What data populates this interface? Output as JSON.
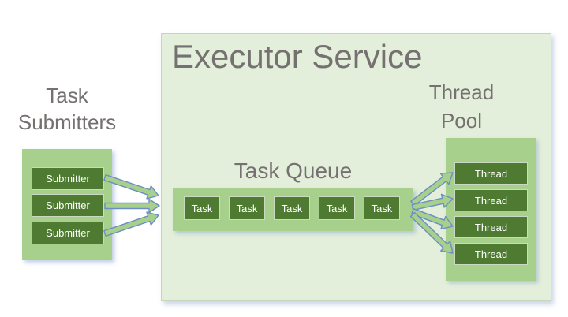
{
  "diagram": {
    "task_submitters_label": {
      "line1": "Task",
      "line2": "Submitters"
    },
    "submitters": [
      "Submitter",
      "Submitter",
      "Submitter"
    ],
    "executor": {
      "title": "Executor Service",
      "task_queue_label": "Task Queue",
      "tasks": [
        "Task",
        "Task",
        "Task",
        "Task",
        "Task"
      ],
      "thread_pool_label": {
        "line1": "Thread",
        "line2": "Pool"
      },
      "threads": [
        "Thread",
        "Thread",
        "Thread",
        "Thread"
      ]
    },
    "colors": {
      "outer_box_fill": "#e3efda",
      "outer_box_border": "#c7d5bb",
      "container_fill": "#a8d08d",
      "dark_box_fill": "#4e7b31",
      "dark_box_border": "#ccd9c1",
      "heading_text": "#767171",
      "box_text": "#ffffff",
      "arrow_fill": "#a8d08d",
      "arrow_outline": "#6b8ec4"
    }
  }
}
